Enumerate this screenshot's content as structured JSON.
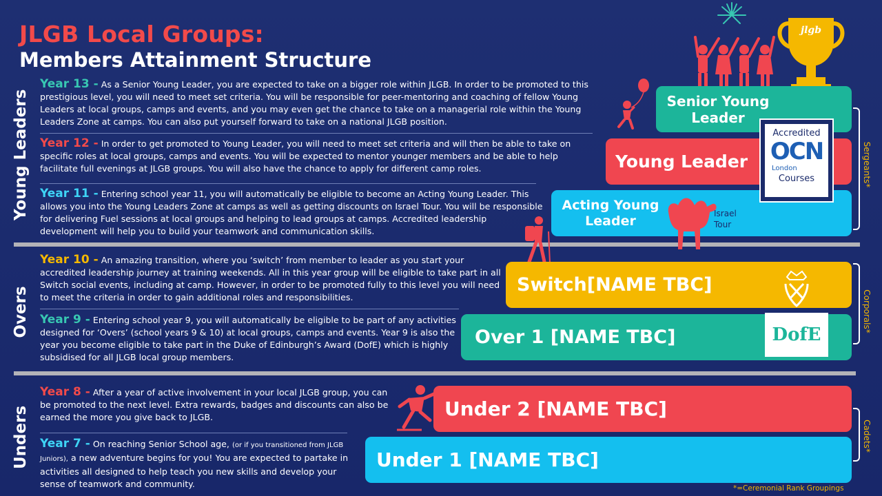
{
  "header": {
    "title": "JLGB Local Groups:",
    "subtitle": "Members Attainment Structure"
  },
  "sections": {
    "young_leaders": "Young Leaders",
    "overs": "Overs",
    "unders": "Unders"
  },
  "years": {
    "y13": {
      "label": "Year 13 -",
      "text": "As a Senior Young Leader, you are expected to take on a bigger role within JLGB. In order to be promoted to this prestigious level, you will need to meet set criteria. You will be responsible for peer-mentoring and coaching of fellow Young Leaders at local groups, camps and events, and you may even get the chance to take on a managerial role within the Young Leaders Zone at camps. You can also put yourself forward to take on a national JLGB position."
    },
    "y12": {
      "label": "Year 12 -",
      "text": "In order to get promoted to Young Leader, you will need to meet set criteria and will then be able to take on specific roles at local groups,  camps and events. You will be expected to mentor younger members and be able to help facilitate full evenings at JLGB groups. You will also have the chance to apply for different camp roles."
    },
    "y11": {
      "label": "Year 11 -",
      "text": "Entering school year 11,  you will automatically  be eligible to become an Acting Young Leader. This allows you into the Young Leaders Zone at camps as well as getting discounts on Israel Tour. You will be responsible for delivering Fuel sessions at local groups and helping to lead groups at camps. Accredited leadership development will help you to build your teamwork and communication skills."
    },
    "y10": {
      "label": "Year 10 -",
      "text": "An amazing transition, where you ‘switch’ from member to leader as you start your accredited leadership journey at training weekends. All in this year group will be eligible to take part in all Switch social events, including at camp. However, in order to be promoted fully to this level you will need to meet the criteria in order to gain additional roles and responsibilities."
    },
    "y9": {
      "label": "Year 9 -",
      "text": "Entering school year 9, you will automatically  be eligible to be part of any activities designed for ‘Overs’ (school years 9 & 10) at local groups, camps and events. Year 9 is also the year you become eligible to take part in the Duke of Edinburgh’s Award (DofE) which is highly subsidised for all JLGB local group members."
    },
    "y8": {
      "label": "Year 8 -",
      "text": "After a year of active involvement in your local JLGB group, you can be promoted to the next level. Extra rewards, badges and discounts can also be earned the more you give back to JLGB."
    },
    "y7": {
      "label": "Year 7 -",
      "text_a": "On reaching Senior School age,",
      "text_small": "(or if you transitioned from JLGB Juniors),",
      "text_b": "a new adventure begins for you! You are expected to partake in activities all designed to help teach you new skills and develop your sense of teamwork and community."
    }
  },
  "bars": {
    "senior_young_leader": "Senior Young Leader",
    "young_leader": "Young Leader",
    "acting_young_leader": "Acting Young Leader",
    "switch": "Switch[NAME TBC]",
    "over1": "Over 1 [NAME TBC]",
    "under2": "Under 2 [NAME TBC]",
    "under1": "Under 1 [NAME TBC]"
  },
  "ocn": {
    "top": "Accredited",
    "logo": "OCN",
    "sub": "London",
    "bottom": "Courses"
  },
  "israel_tour": "Israel Tour",
  "dofe_logo": "DofE",
  "trophy_logo": "jlgb",
  "ranks": {
    "sergeants": "Sergeants*",
    "corporals": "Corporals*",
    "cadets": "Cadets*"
  },
  "footnote": "*=Ceremonial Rank Groupings",
  "colors": {
    "background": "#1b2b6b",
    "teal": "#1cb59a",
    "red": "#f04650",
    "cyan": "#14bfef",
    "gold": "#f5b800"
  }
}
